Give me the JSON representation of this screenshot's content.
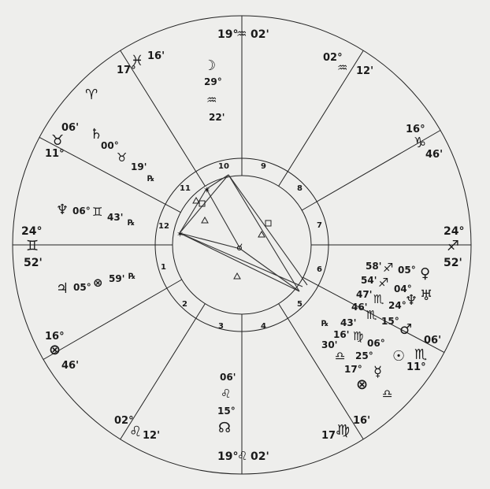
{
  "cusps": {
    "mc": {
      "deg": "19°",
      "sign": "♒",
      "min": "02'"
    },
    "h11": {
      "deg": "02°",
      "sign": "♒",
      "min": "12'"
    },
    "h12": {
      "deg": "16°",
      "sign": "♑",
      "min": "46'"
    },
    "dsc": {
      "deg": "24°",
      "sign": "♐",
      "min": "52'"
    },
    "h6": {
      "deg": "11°",
      "sign": "♏",
      "min": "06'"
    },
    "h5": {
      "deg": "17°",
      "sign": "♍",
      "min": "16'"
    },
    "ic": {
      "deg": "19°",
      "sign": "♌",
      "min": "02'"
    },
    "h3": {
      "deg": "02°",
      "sign": "♌",
      "min": "12'"
    },
    "h2": {
      "deg": "16°",
      "sign": "⊗",
      "min": "46'"
    },
    "asc": {
      "deg": "24°",
      "sign": "♊",
      "min": "52'"
    },
    "h12b": {
      "deg": "11°",
      "sign": "♉",
      "min": "06'"
    },
    "h10b": {
      "deg": "17°",
      "sign": "♓",
      "min": "16'"
    }
  },
  "aries_sign": "♈",
  "planets": {
    "moon": {
      "glyph": "☽",
      "deg": "29°",
      "sign": "♒",
      "min": "22'"
    },
    "saturn": {
      "glyph": "♄",
      "deg": "00°",
      "sign": "♉",
      "min": "19'",
      "rx": "℞"
    },
    "neptune": {
      "glyph": "♆",
      "deg": "06°",
      "sign": "♊",
      "min": "43'",
      "rx": "℞"
    },
    "jupiter": {
      "glyph": "♃",
      "deg": "05°",
      "sign": "⊗",
      "min": "59'",
      "rx": "℞"
    },
    "node": {
      "glyph": "☊",
      "deg": "15°",
      "sign": "♌",
      "min": "06'"
    },
    "venus": {
      "glyph": "♀",
      "deg": "05°",
      "sign": "♐",
      "min": "58'"
    },
    "uranus": {
      "glyph": "♅",
      "deg": "04°",
      "sign": "♐",
      "min": "54'"
    },
    "pluto": {
      "glyph": "♆",
      "deg": "24°",
      "sign": "♏",
      "min": "47'"
    },
    "mars": {
      "glyph": "♂",
      "deg": "15°",
      "sign": "♏",
      "min": "46'"
    },
    "mercury": {
      "glyph": "☿",
      "deg": "17°",
      "sign": "♎",
      "min": "43'",
      "rx": "℞"
    },
    "sun": {
      "glyph": "☉",
      "deg": "06°",
      "sign": "♍",
      "min": "16'"
    },
    "fortune": {
      "glyph": "⊗",
      "deg": "25°",
      "sign": "♎",
      "min": "30'"
    },
    "sign_libra": "♎"
  },
  "houses": [
    "1",
    "2",
    "3",
    "4",
    "5",
    "6",
    "7",
    "8",
    "9",
    "10",
    "11",
    "12"
  ]
}
